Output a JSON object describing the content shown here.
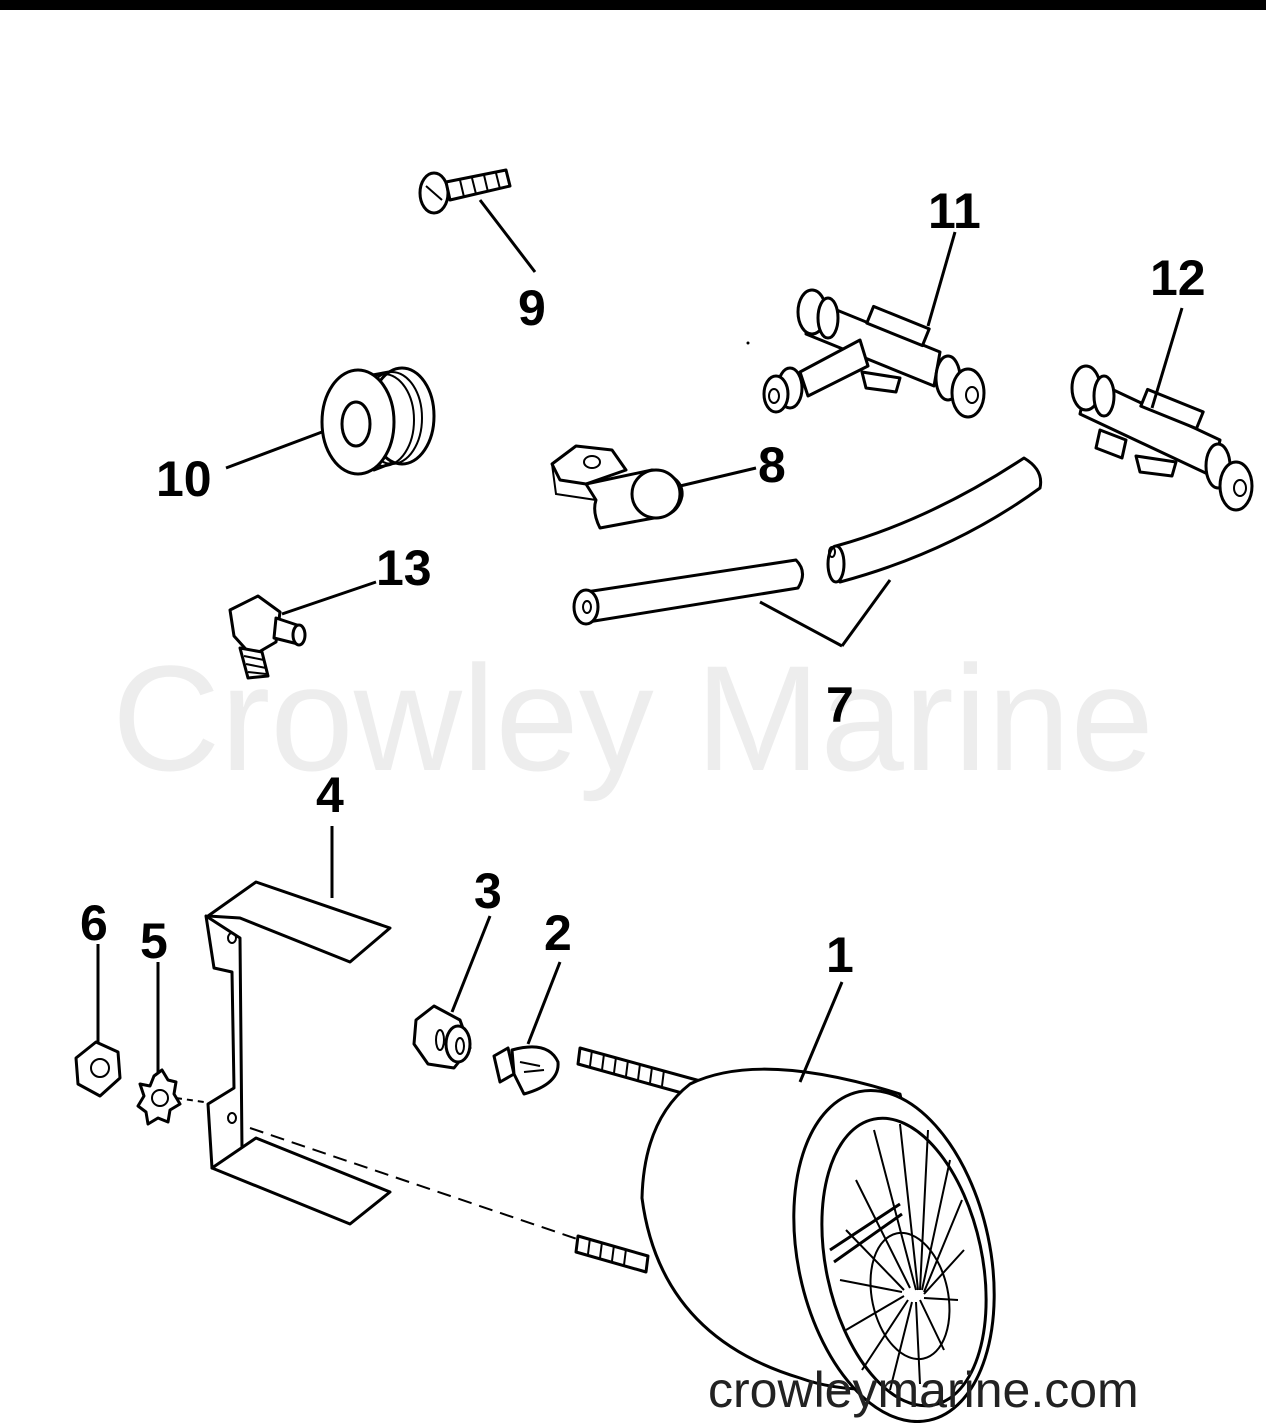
{
  "watermark": {
    "large_text": "Crowley Marine",
    "url_text": "crowleymarine.com"
  },
  "callouts": [
    {
      "id": "1",
      "part": "gauge"
    },
    {
      "id": "2",
      "part": "bulb"
    },
    {
      "id": "3",
      "part": "socket"
    },
    {
      "id": "4",
      "part": "bracket"
    },
    {
      "id": "5",
      "part": "lockwasher"
    },
    {
      "id": "6",
      "part": "nut"
    },
    {
      "id": "7",
      "part": "hose"
    },
    {
      "id": "8",
      "part": "clip"
    },
    {
      "id": "9",
      "part": "screw"
    },
    {
      "id": "10",
      "part": "grommet"
    },
    {
      "id": "11",
      "part": "tee-fitting"
    },
    {
      "id": "12",
      "part": "straight-fitting"
    },
    {
      "id": "13",
      "part": "elbow-fitting"
    }
  ],
  "colors": {
    "line": "#000000",
    "background": "#ffffff",
    "watermark": "#d8d8d8"
  }
}
